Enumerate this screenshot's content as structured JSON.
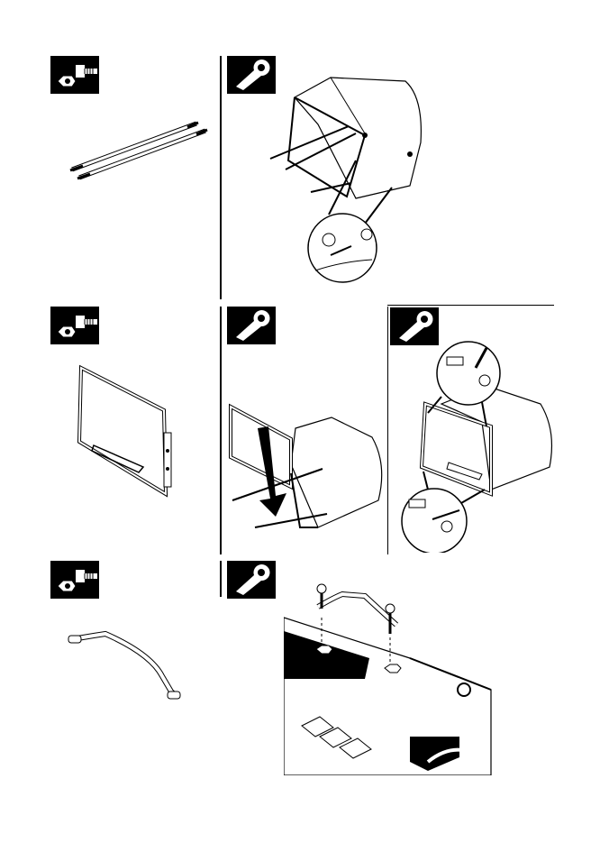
{
  "page": {
    "background": "#ffffff",
    "ink_color": "#000000"
  },
  "icons": {
    "parts": "bolt-and-nut-icon",
    "tool": "wrench-icon"
  },
  "steps": [
    {
      "row": 1,
      "parts_icon": "bolt-and-nut-icon",
      "parts_illustration": "support-rods",
      "assembly_illustration": "attach-rods-to-bag"
    },
    {
      "row": 2,
      "parts_icon": "bolt-and-nut-icon",
      "parts_illustration": "bag-frame",
      "assembly_illustration": "insert-frame-into-bag",
      "assembly_illustration_2": "bolt-frame-to-bag"
    },
    {
      "row": 3,
      "parts_icon": "bolt-and-nut-icon",
      "parts_illustration": "carry-handle",
      "assembly_illustration": "mount-handle-to-deck"
    }
  ]
}
